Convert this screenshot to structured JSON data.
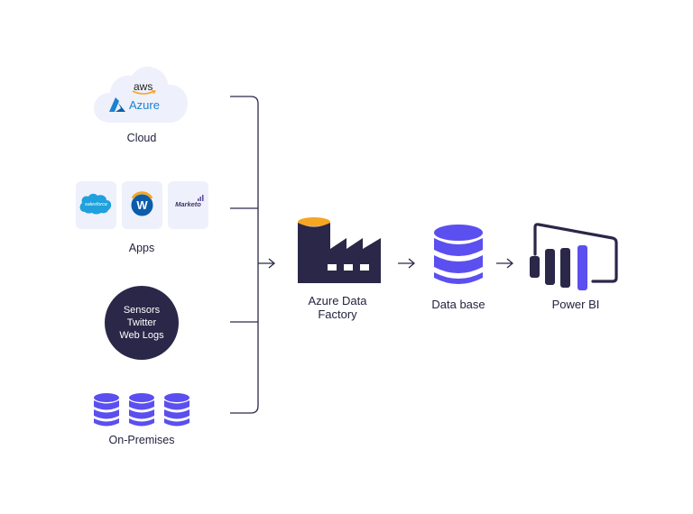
{
  "sources": {
    "cloud": {
      "label": "Cloud",
      "providers": [
        "aws",
        "Azure"
      ]
    },
    "apps": {
      "label": "Apps",
      "items": [
        "salesforce",
        "W",
        "Marketo"
      ]
    },
    "streams": {
      "items": [
        "Sensors",
        "Twitter",
        "Web Logs"
      ]
    },
    "on_premises": {
      "label": "On-Premises"
    }
  },
  "pipeline": [
    {
      "label_line1": "Azure Data",
      "label_line2": "Factory"
    },
    {
      "label": "Data base"
    },
    {
      "label": "Power BI"
    }
  ],
  "colors": {
    "navy": "#2a2748",
    "purple": "#5b4ff0",
    "orange": "#f5a623",
    "azure_blue": "#1a82d0",
    "line": "#2a2a4a",
    "card_bg": "#eef0fb"
  }
}
